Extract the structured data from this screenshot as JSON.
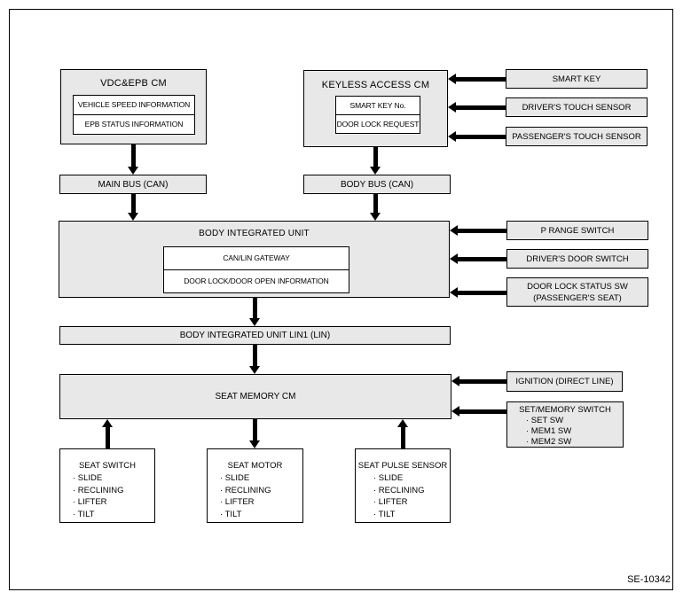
{
  "figure_label": "SE-10342",
  "modules": {
    "vdc_epb": {
      "title": "VDC&EPB CM",
      "signals": [
        "VEHICLE SPEED INFORMATION",
        "EPB STATUS INFORMATION"
      ]
    },
    "keyless": {
      "title": "KEYLESS ACCESS CM",
      "signals": [
        "SMART KEY No.",
        "DOOR LOCK REQUEST"
      ]
    },
    "main_bus": "MAIN BUS (CAN)",
    "body_bus": "BODY BUS (CAN)",
    "biu": {
      "title": "BODY INTEGRATED UNIT",
      "signals": [
        "CAN/LIN GATEWAY",
        "DOOR LOCK/DOOR OPEN INFORMATION"
      ]
    },
    "lin1": "BODY INTEGRATED UNIT LIN1 (LIN)",
    "seat_memory": "SEAT MEMORY CM"
  },
  "keyless_inputs": [
    "SMART KEY",
    "DRIVER'S TOUCH SENSOR",
    "PASSENGER'S TOUCH SENSOR"
  ],
  "biu_inputs": [
    "P RANGE SWITCH",
    "DRIVER'S DOOR SWITCH",
    "DOOR LOCK STATUS SW\n(PASSENGER'S SEAT)"
  ],
  "seat_memory_inputs": {
    "ignition": "IGNITION (DIRECT LINE)",
    "set_memory": {
      "title": "SET/MEMORY SWITCH",
      "items": [
        "· SET SW",
        "· MEM1 SW",
        "· MEM2 SW"
      ]
    }
  },
  "seat_units": [
    {
      "title": "SEAT SWITCH",
      "items": [
        "· SLIDE",
        "· RECLINING",
        "· LIFTER",
        "· TILT"
      ]
    },
    {
      "title": "SEAT MOTOR",
      "items": [
        "· SLIDE",
        "· RECLINING",
        "· LIFTER",
        "· TILT"
      ]
    },
    {
      "title": "SEAT PULSE SENSOR",
      "items": [
        "· SLIDE",
        "· RECLINING",
        "· LIFTER",
        "· TILT"
      ]
    }
  ]
}
